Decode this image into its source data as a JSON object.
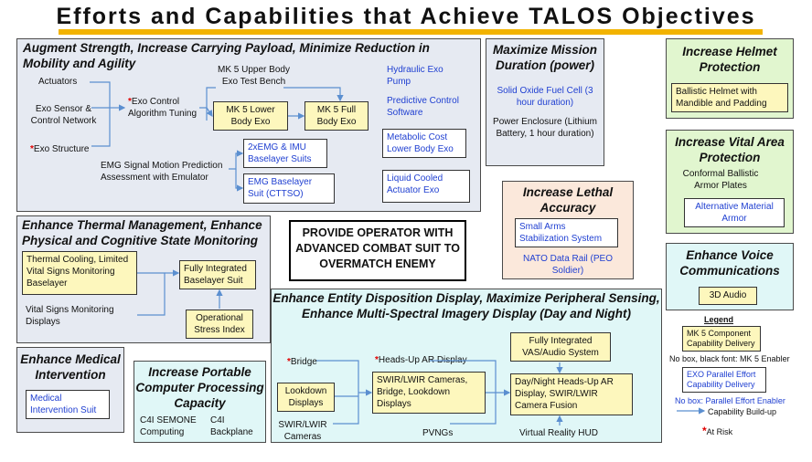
{
  "title": "Efforts and Capabilities that Achieve TALOS Objectives",
  "colors": {
    "accent_rule": "#f2b300",
    "enabler_blue": "#1f3fd1",
    "mk5_yellow": "#fdf7bd",
    "at_risk_red": "#e00000"
  },
  "augment": {
    "title": "Augment Strength, Increase Carrying Payload, Minimize Reduction in Mobility and Agility",
    "actuators": "Actuators",
    "exo_sensor": "Exo Sensor & Control Network",
    "exo_structure": "Exo Structure",
    "exo_control": "Exo Control Algorithm Tuning",
    "mk5_upper": "MK 5 Upper Body Exo Test Bench",
    "mk5_lower": "MK 5 Lower Body Exo",
    "mk5_full": "MK 5 Full Body Exo",
    "hydraulic": "Hydraulic Exo Pump",
    "predictive": "Predictive Control Software",
    "metabolic": "Metabolic Cost Lower Body Exo",
    "liquid": "Liquid Cooled Actuator Exo",
    "emg_assess": "EMG Signal Motion Prediction Assessment with Emulator",
    "emg_imu": "2xEMG & IMU Baselayer Suits",
    "emg_baselayer": "EMG Baselayer Suit (CTTSO)"
  },
  "mission": {
    "title": "Maximize Mission Duration (power)",
    "sofc": "Solid Oxide Fuel Cell (3 hour duration)",
    "power": "Power Enclosure (Lithium Battery, 1 hour duration)"
  },
  "helmet": {
    "title": "Increase Helmet Protection",
    "item": "Ballistic Helmet with Mandible and Padding"
  },
  "vital": {
    "title": "Increase Vital Area Protection",
    "plates": "Conformal Ballistic Armor Plates",
    "alt": "Alternative Material Armor"
  },
  "lethal": {
    "title": "Increase Lethal Accuracy",
    "small_arms": "Small Arms Stabilization System",
    "nato": "NATO Data Rail (PEO Soldier)"
  },
  "voice": {
    "title": "Enhance Voice Communications",
    "audio": "3D Audio"
  },
  "thermal": {
    "title": "Enhance Thermal Management, Enhance Physical and Cognitive State Monitoring",
    "cooling": "Thermal Cooling, Limited Vital Signs Monitoring Baselayer",
    "vital_displays": "Vital Signs Monitoring Displays",
    "baselayer": "Fully Integrated Baselayer Suit",
    "stress": "Operational Stress Index"
  },
  "center": {
    "text": "PROVIDE OPERATOR WITH ADVANCED COMBAT SUIT TO OVERMATCH ENEMY"
  },
  "medical": {
    "title": "Enhance Medical Intervention",
    "suit": "Medical Intervention Suit"
  },
  "computing": {
    "title": "Increase Portable Computer Processing Capacity",
    "c4i_semone": "C4I SEMONE Computing",
    "c4i_backplane": "C4I Backplane"
  },
  "entity": {
    "title": "Enhance Entity Disposition Display, Maximize Peripheral Sensing, Enhance Multi-Spectral Imagery Display (Day and Night)",
    "bridge": "Bridge",
    "lookdown": "Lookdown Displays",
    "swir_cameras": "SWIR/LWIR Cameras",
    "hud": "Heads-Up AR Display",
    "swir_bridge": "SWIR/LWIR Cameras, Bridge, Lookdown Displays",
    "vas": "Fully Integrated VAS/Audio System",
    "daynight": "Day/Night Heads-Up AR Display, SWIR/LWIR Camera Fusion",
    "pvngs": "PVNGs",
    "vr_hud": "Virtual Reality HUD"
  },
  "legend": {
    "title": "Legend",
    "mk5_component": "MK 5 Component Capability Delivery",
    "no_box_black": "No box, black font: MK 5 Enabler",
    "exo_parallel": "EXO Parallel Effort Capability Delivery",
    "no_box_blue": "No box: Parallel Effort Enabler",
    "buildup": "Capability Build-up",
    "at_risk": "At Risk",
    "star": "*"
  }
}
